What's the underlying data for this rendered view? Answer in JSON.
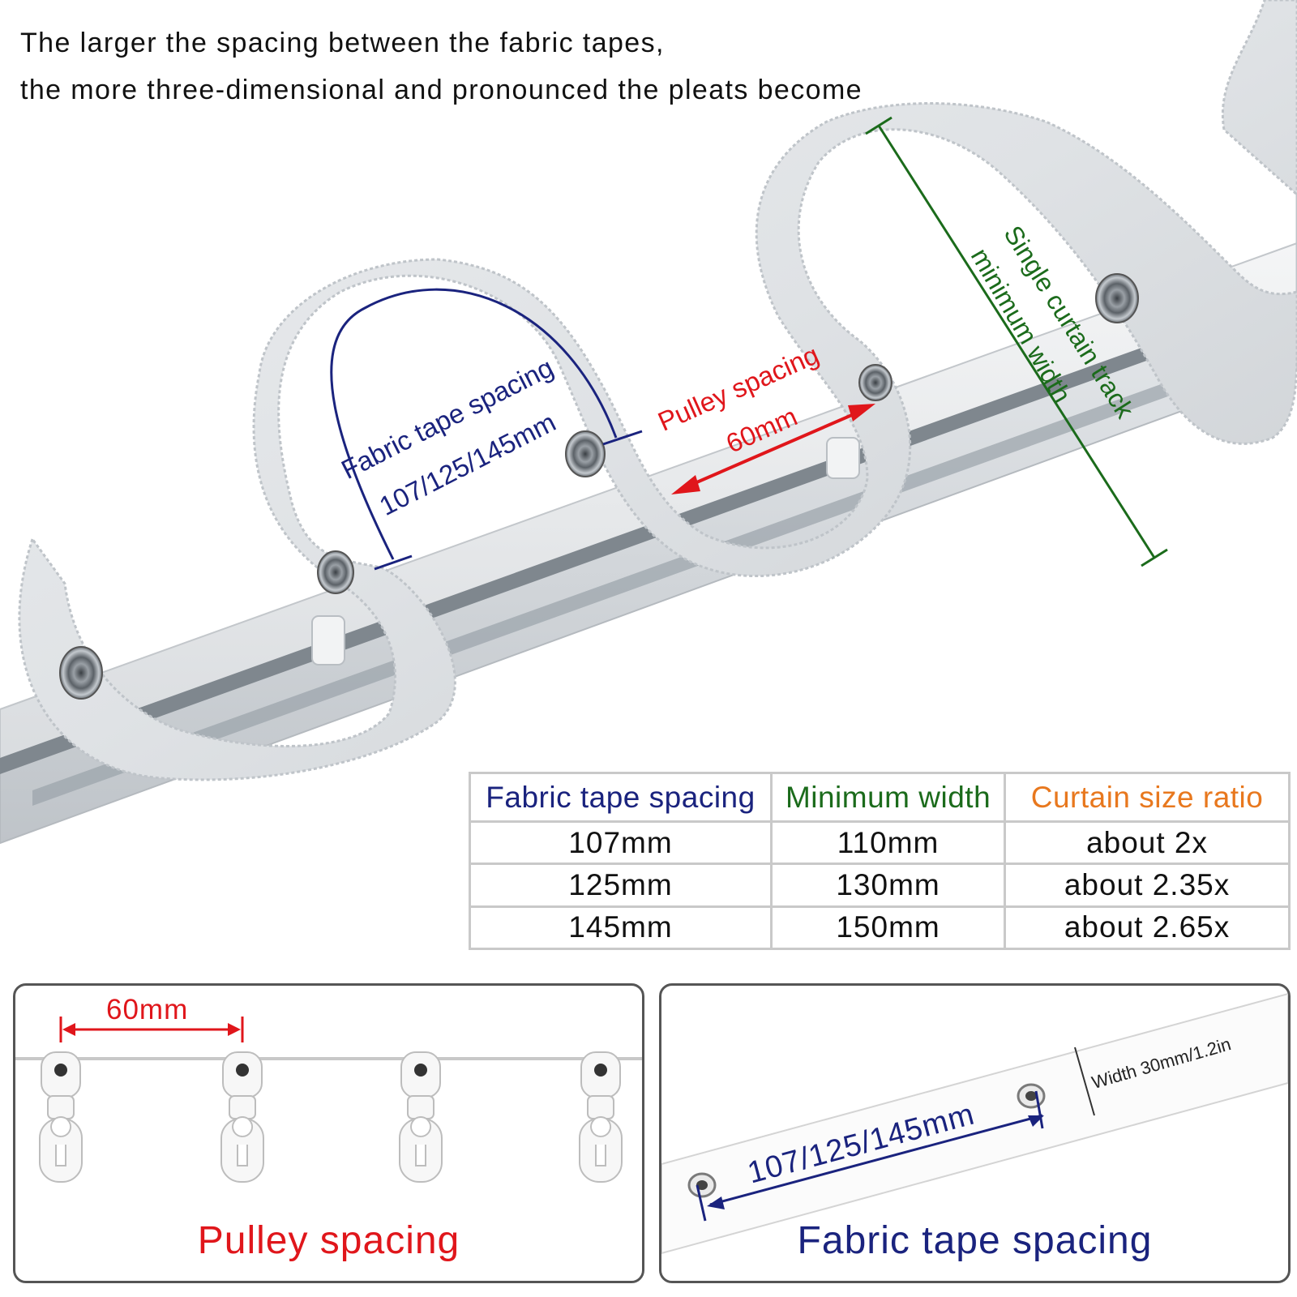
{
  "headline": {
    "line1": "The larger the spacing between the fabric tapes,",
    "line2": "the more three-dimensional and pronounced the pleats become"
  },
  "annotations": {
    "fabric_tape_spacing_label": "Fabric tape spacing",
    "fabric_tape_spacing_value": "107/125/145mm",
    "pulley_spacing_label": "Pulley spacing",
    "pulley_spacing_value": "60mm",
    "track_width_line1": "Single curtain track",
    "track_width_line2": "minimum width"
  },
  "table": {
    "headers": [
      "Fabric tape spacing",
      "Minimum width",
      "Curtain size ratio"
    ],
    "header_colors": [
      "#1a237e",
      "#1b6b1b",
      "#e8781e"
    ],
    "rows": [
      [
        "107mm",
        "110mm",
        "about 2x"
      ],
      [
        "125mm",
        "130mm",
        "about 2.35x"
      ],
      [
        "145mm",
        "150mm",
        "about 2.65x"
      ]
    ]
  },
  "panel_pulley": {
    "dimension": "60mm",
    "caption": "Pulley spacing",
    "caption_color": "#e0161b"
  },
  "panel_tape": {
    "width_label": "Width 30mm/1.2in",
    "spacing_value": "107/125/145mm",
    "caption": "Fabric tape spacing",
    "caption_color": "#1a237e"
  },
  "colors": {
    "blue": "#1a237e",
    "red": "#e0161b",
    "green": "#1b6b1b",
    "orange": "#e8781e"
  }
}
